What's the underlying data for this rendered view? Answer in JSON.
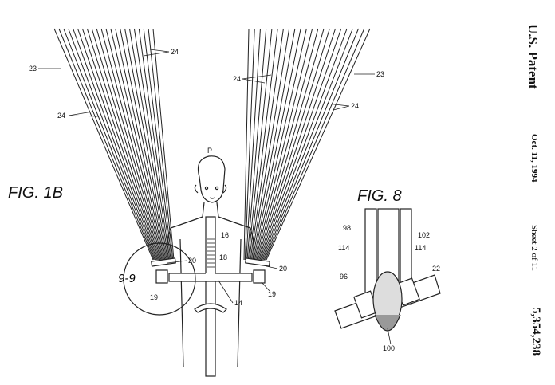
{
  "header": {
    "title": "U.S. Patent",
    "date": "Oct. 11, 1994",
    "sheet": "Sheet 2 of 11",
    "patent_number": "5,354,238"
  },
  "fig1b": {
    "title": "FIG. 1B",
    "labels": {
      "rods_left": "23",
      "rods_right": "23",
      "wire_top_left": "24",
      "wire_mid_left": "24",
      "wire_top_right": "24",
      "wire_mid_right": "24",
      "patient": "P",
      "scale": "16",
      "crossbar": "18",
      "clamp_left": "20",
      "clamp_right": "20",
      "detail_ref": "9-9",
      "joint_left": "19",
      "joint_right": "19",
      "frame": "14"
    }
  },
  "fig8": {
    "title": "FIG. 8",
    "labels": {
      "a": "98",
      "b": "102",
      "c_left": "114",
      "c_right": "114",
      "d": "22",
      "e": "96",
      "f": "100"
    }
  }
}
